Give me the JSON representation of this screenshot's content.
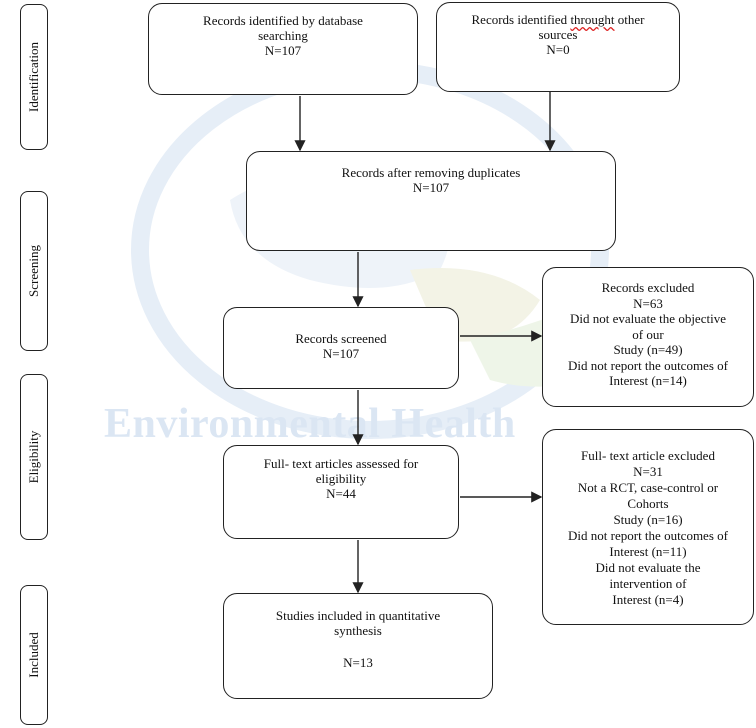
{
  "stages": {
    "identification": "Identification",
    "screening": "Screening",
    "eligibility": "Eligibility",
    "included": "Included"
  },
  "boxes": {
    "db_search": {
      "line1": "Records identified by database",
      "line2": "searching",
      "line3": "N=107"
    },
    "other_sources": {
      "line1a": "Records identified ",
      "line1b": "throught",
      "line1c": " other",
      "line2": "sources",
      "line3": "N=0"
    },
    "after_duplicates": {
      "line1": "Records after removing duplicates",
      "line2": "N=107"
    },
    "screened": {
      "line1": "Records screened",
      "line2": "N=107"
    },
    "excluded": {
      "line1": "Records excluded",
      "line2": "N=63",
      "line3": "Did not evaluate the objective",
      "line4": "of our",
      "line5": "Study (n=49)",
      "line6": "Did not report the outcomes of",
      "line7": "Interest (n=14)"
    },
    "fulltext": {
      "line1": "Full- text articles assessed for",
      "line2": "eligibility",
      "line3": "N=44"
    },
    "fulltext_excluded": {
      "line1": "Full- text article excluded",
      "line2": "N=31",
      "line3": "Not a RCT, case-control or",
      "line4": "Cohorts",
      "line5": "Study (n=16)",
      "line6": "Did not report the outcomes of",
      "line7": "Interest (n=11)",
      "line8": "Did not evaluate the",
      "line9": "intervention of",
      "line10": "Interest (n=4)"
    },
    "included": {
      "line1": "Studies included in quantitative",
      "line2": "synthesis",
      "line3": "N=13"
    }
  },
  "watermark": {
    "text": "Environmental Health"
  },
  "colors": {
    "border": "#222222",
    "watermark": "#dbe6f3"
  }
}
